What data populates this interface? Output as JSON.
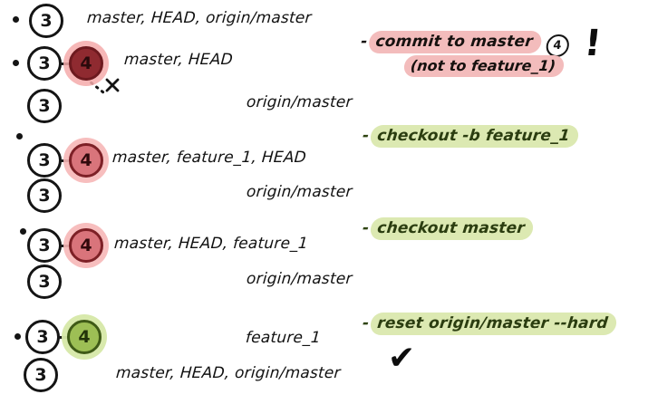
{
  "diagram": {
    "title": "git branch/HEAD state walkthrough",
    "colors": {
      "pink_highlight": "#f3bcbc",
      "green_highlight": "#dce9b2",
      "node_dark_red": "#8f2a30",
      "node_red": "#d9747b",
      "node_green": "#9dbf55",
      "ink": "#141414"
    },
    "node_labels": {
      "parent": "3",
      "child": "4"
    },
    "states": [
      {
        "id": "state-1",
        "bullet": true,
        "top_row": {
          "nodes": [
            "3"
          ],
          "refs": "master, HEAD, origin/master"
        },
        "bottom_row": null,
        "annotation": null
      },
      {
        "id": "state-2",
        "bullet": true,
        "top_row": {
          "nodes": [
            "3",
            "4"
          ],
          "refs": "master, HEAD"
        },
        "bottom_row": {
          "nodes": [
            "3"
          ],
          "refs": "origin/master"
        },
        "marker": "x",
        "annotation": {
          "kind": "warning",
          "color": "pink",
          "dash": "-",
          "line1": "commit to master",
          "badge": "4",
          "bang": "!",
          "line2": "(not to feature_1)"
        }
      },
      {
        "id": "state-3",
        "bullet": true,
        "top_row": {
          "nodes": [
            "3",
            "4"
          ],
          "refs": "master, feature_1, HEAD"
        },
        "bottom_row": {
          "nodes": [
            "3"
          ],
          "refs": "origin/master"
        },
        "annotation": {
          "kind": "command",
          "color": "green",
          "dash": "-",
          "line1": "checkout -b feature_1"
        }
      },
      {
        "id": "state-4",
        "bullet": true,
        "top_row": {
          "nodes": [
            "3",
            "4"
          ],
          "refs": "master, HEAD, feature_1"
        },
        "bottom_row": {
          "nodes": [
            "3"
          ],
          "refs": "origin/master"
        },
        "annotation": {
          "kind": "command",
          "color": "green",
          "dash": "-",
          "line1": "checkout master"
        }
      },
      {
        "id": "state-5",
        "bullet": true,
        "top_row": {
          "nodes": [
            "3",
            "4"
          ],
          "refs": "feature_1"
        },
        "bottom_row": {
          "nodes": [
            "3"
          ],
          "refs": "master, HEAD, origin/master"
        },
        "annotation": {
          "kind": "command",
          "color": "green",
          "dash": "-",
          "line1": "reset origin/master --hard"
        },
        "check": "✔"
      }
    ]
  }
}
